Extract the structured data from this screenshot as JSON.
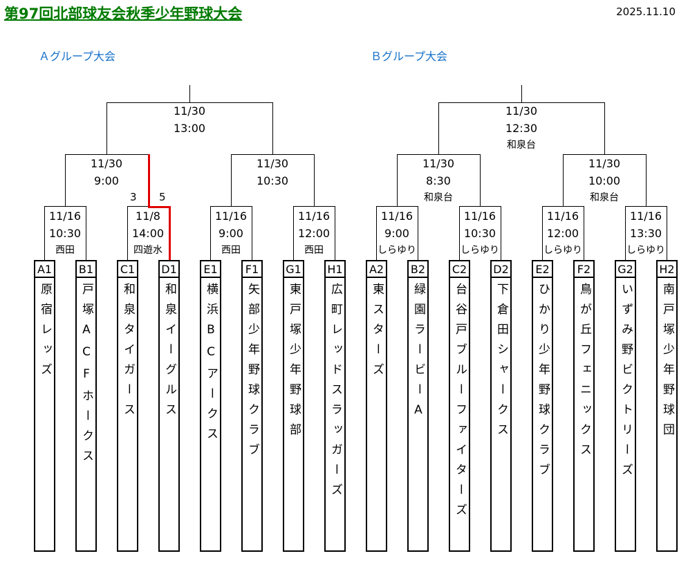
{
  "title": "第97回北部球友会秋季少年野球大会",
  "date": "2025.11.10",
  "groups": [
    {
      "label": "Ａグループ大会",
      "final": {
        "date": "11/30",
        "time": "13:00",
        "venue": ""
      },
      "semis": [
        {
          "date": "11/30",
          "time": "9:00",
          "venue": ""
        },
        {
          "date": "11/30",
          "time": "10:30",
          "venue": ""
        }
      ],
      "firsts": [
        {
          "date": "11/16",
          "time": "10:30",
          "venue": "西田"
        },
        {
          "date": "11/8",
          "time": "14:00",
          "venue": "四遊水"
        },
        {
          "date": "11/16",
          "time": "9:00",
          "venue": "西田"
        },
        {
          "date": "11/16",
          "time": "12:00",
          "venue": "西田"
        }
      ],
      "teams": [
        {
          "code": "A1",
          "name": "原宿レッズ"
        },
        {
          "code": "B1",
          "name": "戸塚ACFホークス"
        },
        {
          "code": "C1",
          "name": "和泉タイガース"
        },
        {
          "code": "D1",
          "name": "和泉イーグルス"
        },
        {
          "code": "E1",
          "name": "横浜BCアークス"
        },
        {
          "code": "F1",
          "name": "矢部少年野球クラブ"
        },
        {
          "code": "G1",
          "name": "東戸塚少年野球部"
        },
        {
          "code": "H1",
          "name": "広町レッドスラッガーズ"
        }
      ]
    },
    {
      "label": "Ｂグループ大会",
      "final": {
        "date": "11/30",
        "time": "12:30",
        "venue": "和泉台"
      },
      "semis": [
        {
          "date": "11/30",
          "time": "8:30",
          "venue": "和泉台"
        },
        {
          "date": "11/30",
          "time": "10:00",
          "venue": "和泉台"
        }
      ],
      "firsts": [
        {
          "date": "11/16",
          "time": "9:00",
          "venue": "しらゆり"
        },
        {
          "date": "11/16",
          "time": "10:30",
          "venue": "しらゆり"
        },
        {
          "date": "11/16",
          "time": "12:00",
          "venue": "しらゆり"
        },
        {
          "date": "11/16",
          "time": "13:30",
          "venue": "しらゆり"
        }
      ],
      "teams": [
        {
          "code": "A2",
          "name": "東スターズ"
        },
        {
          "code": "B2",
          "name": "緑園ラービーA"
        },
        {
          "code": "C2",
          "name": "台谷戸ブルーファイターズ"
        },
        {
          "code": "D2",
          "name": "下倉田シャークス"
        },
        {
          "code": "E2",
          "name": "ひかり少年野球クラブ"
        },
        {
          "code": "F2",
          "name": "鳥が丘フェニックス"
        },
        {
          "code": "G2",
          "name": "いずみ野ビクトリーズ"
        },
        {
          "code": "H2",
          "name": "南戸塚少年野球団"
        }
      ]
    }
  ],
  "results": [
    {
      "score_left": "3",
      "score_right": "5"
    }
  ],
  "colors": {
    "title": "#007a00",
    "group": "#1570c8",
    "winner_line": "#e00000"
  }
}
